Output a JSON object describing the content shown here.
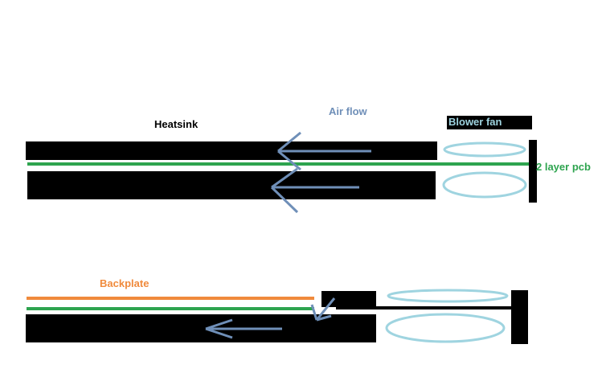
{
  "labels": {
    "air_flow": "Air flow",
    "heatsink": "Heatsink",
    "blower_fan": "Blower fan",
    "pcb": "2 layer pcb",
    "backplate": "Backplate"
  },
  "colors": {
    "background": "#ffffff",
    "heatsink": "#000000",
    "pcb": "#2ea44f",
    "fan_ring": "#9fd4e0",
    "arrow": "#6f8fb8",
    "backplate": "#f08a3c",
    "air_flow_text": "#6f8fb8",
    "pcb_text": "#2ea44f",
    "backplate_text": "#f08a3c",
    "blower_fan_text": "#9fd4e0"
  },
  "icons": [
    "arrow-left-icon",
    "arrow-down-left-icon",
    "fan-ring-icon"
  ]
}
